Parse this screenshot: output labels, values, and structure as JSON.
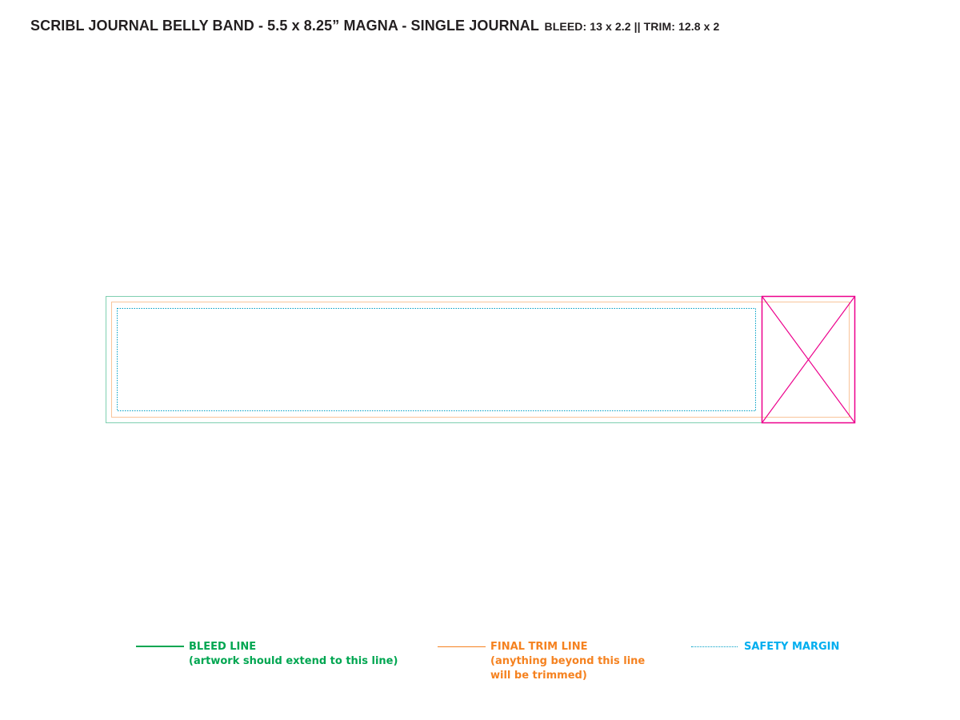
{
  "header": {
    "title_main": "SCRIBL JOURNAL BELLY BAND - 5.5 x 8.25” MAGNA - SINGLE JOURNAL",
    "title_dims": "BLEED: 13 x 2.2 || TRIM: 12.8 x 2"
  },
  "colors": {
    "bleed": "#00a651",
    "trim": "#f58220",
    "safety": "#00aeef",
    "no_print": "#ec008c"
  },
  "legend": {
    "bleed": {
      "label": "BLEED LINE",
      "note": "(artwork should extend to this line)"
    },
    "trim": {
      "label": "FINAL TRIM LINE",
      "note_line1": "(anything beyond this line",
      "note_line2": "will be trimmed)"
    },
    "safety": {
      "label": "SAFETY MARGIN"
    }
  }
}
